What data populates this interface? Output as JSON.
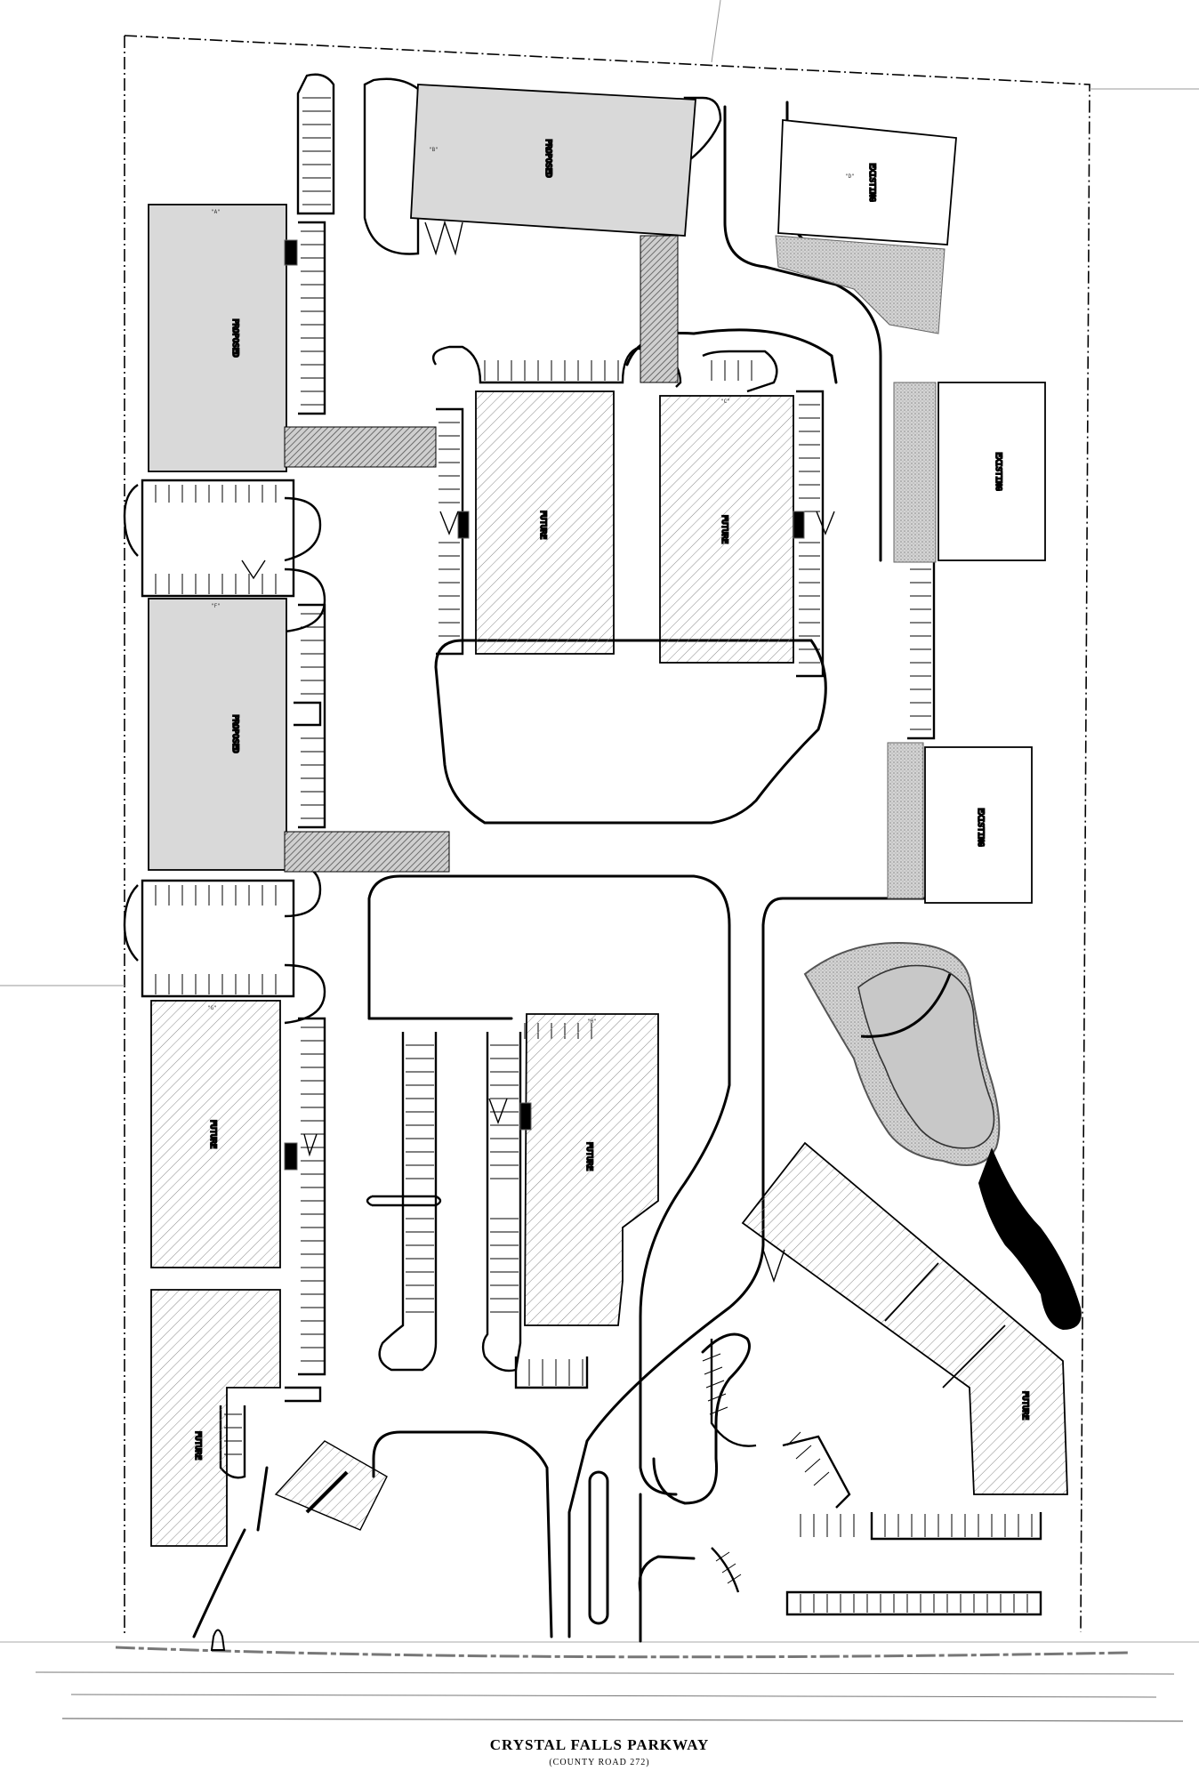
{
  "road": {
    "name": "CRYSTAL FALLS PARKWAY",
    "designation": "(COUNTY ROAD 272)"
  },
  "buildings": {
    "b1": {
      "label": "PROPOSED"
    },
    "b2": {
      "label": "PROPOSED"
    },
    "b3": {
      "label": "PROPOSED"
    },
    "b4": {
      "label": "FUTURE"
    },
    "b5": {
      "label": "FUTURE"
    },
    "b6": {
      "label": "FUTURE"
    },
    "b7": {
      "label": "FUTURE"
    },
    "b8": {
      "label": "FUTURE"
    },
    "b9": {
      "label": "FUTURE"
    },
    "e1": {
      "label": "EXISTING"
    },
    "e2": {
      "label": "EXISTING"
    },
    "e3": {
      "label": "EXISTING"
    }
  },
  "colors": {
    "line": "#000000",
    "proposed_fill": "#d9d9d9",
    "hatch": "#8a8a8a",
    "paving_stipple": "#bdbdbd",
    "pond_fill": "#c8c8c8"
  }
}
